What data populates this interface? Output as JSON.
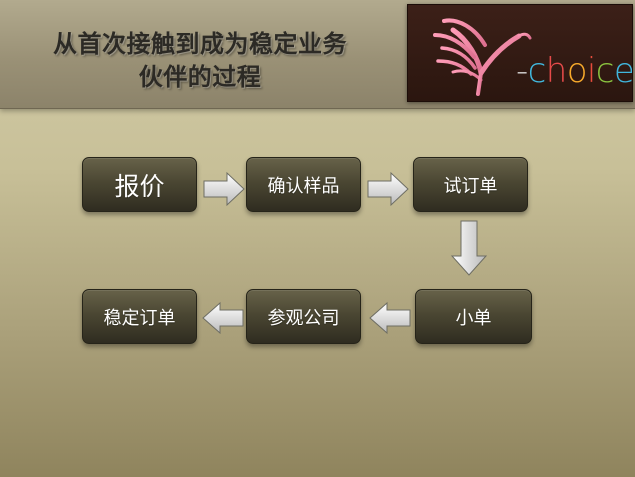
{
  "header": {
    "title_line1": "从首次接触到成为稳定业务",
    "title_line2": "伙伴的过程"
  },
  "logo": {
    "brand_prefix": "-",
    "brand_letters": [
      "c",
      "h",
      "o",
      "i",
      "c",
      "e"
    ],
    "letter_colors": [
      "#41b8de",
      "#e64a4a",
      "#f7a92b",
      "#e84c3c",
      "#8bc43f",
      "#40b6dd"
    ],
    "bird_color": "#ef8ea9"
  },
  "flow": {
    "steps": [
      "报价",
      "确认样品",
      "试订单",
      "小单",
      "参观公司",
      "稳定订单"
    ]
  }
}
